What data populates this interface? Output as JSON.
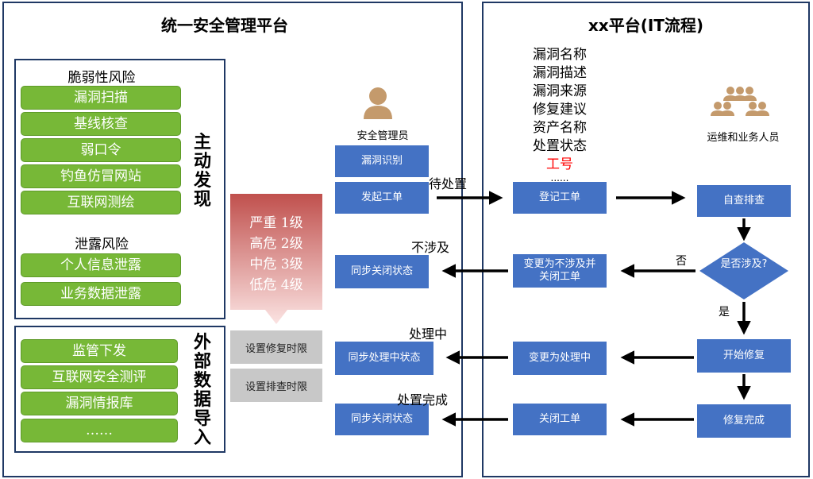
{
  "left_panel": {
    "title": "统一安全管理平台",
    "active_discovery": {
      "vertical_label": "主动发现",
      "vuln_risk": {
        "heading": "脆弱性风险",
        "items": [
          "漏洞扫描",
          "基线核查",
          "弱口令",
          "钓鱼仿冒网站",
          "互联网测绘"
        ]
      },
      "leak_risk": {
        "heading": "泄露风险",
        "items": [
          "个人信息泄露",
          "业务数据泄露"
        ]
      }
    },
    "external_import": {
      "vertical_label": "外部数据导入",
      "items": [
        "监管下发",
        "互联网安全测评",
        "漏洞情报库",
        "……"
      ]
    },
    "severity": [
      "严重 1级",
      "高危 2级",
      "中危 3级",
      "低危 4级"
    ],
    "settings": [
      "设置修复时限",
      "设置排查时限"
    ],
    "admin": {
      "label": "安全管理员",
      "actions": [
        "漏洞识别",
        "发起工单"
      ]
    },
    "sync_boxes": [
      "同步关闭状态",
      "同步处理中状态",
      "同步关闭状态"
    ]
  },
  "right_panel": {
    "title": "xx平台(IT流程)",
    "fields": [
      "漏洞名称",
      "漏洞描述",
      "漏洞来源",
      "修复建议",
      "资产名称",
      "处置状态"
    ],
    "highlight_field": "工号",
    "fields_more": "......",
    "ops_label": "运维和业务人员",
    "boxes": {
      "register": "登记工单",
      "self_check": "自查排查",
      "decision": "是否涉及?",
      "change_not_involved": "变更为不涉及并关闭工单",
      "start_fix": "开始修复",
      "change_processing": "变更为处理中",
      "fix_done": "修复完成",
      "close_ticket": "关闭工单"
    }
  },
  "edge_labels": {
    "pending": "待处置",
    "not_involved": "不涉及",
    "processing": "处理中",
    "done": "处置完成",
    "no": "否",
    "yes": "是"
  },
  "colors": {
    "panel_border": "#1f3864",
    "green_item": "#77b837",
    "blue_box": "#4472c4",
    "severity_red": "#c0504d",
    "highlight_red": "#ff0000",
    "person_icon": "#c49a6c"
  }
}
